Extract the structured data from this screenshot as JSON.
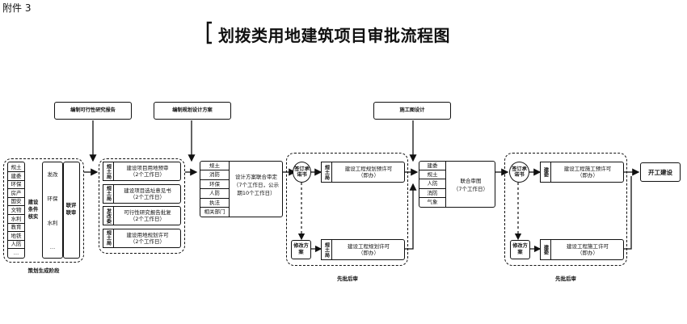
{
  "attachment_label": "附件 3",
  "title": "划拨类用地建筑项目审批流程图",
  "stage_headers": {
    "feasibility": "编制可行性研究报告",
    "planning": "编制规划设计方案",
    "construction_drawing": "施工图设计"
  },
  "planning_stage": {
    "dept_list": [
      "规土",
      "建委",
      "环保",
      "房产",
      "国安",
      "文物",
      "水利",
      "教育",
      "地铁",
      "人防",
      "…"
    ],
    "merged_label": "建设条件核实",
    "review_items": [
      "发改",
      "环保",
      "水利",
      "…"
    ],
    "joint_review_label": "联评联审",
    "caption": "策划生成阶段"
  },
  "approvals": [
    {
      "dept": "规土局",
      "line1": "建设项目用地预审",
      "line2": "（2个工作日）"
    },
    {
      "dept": "规土局",
      "line1": "建设项目选址意见书",
      "line2": "（2个工作日）"
    },
    {
      "dept": "发改委",
      "line1": "可行性研究报告批复",
      "line2": "（2个工作日）"
    },
    {
      "dept": "规土局",
      "line1": "建设用地规划许可",
      "line2": "（2个工作日）"
    }
  ],
  "scheme_review": {
    "depts": [
      "规土",
      "消防",
      "环保",
      "人防",
      "执法",
      "相关部门"
    ],
    "text_line1": "设计方案联合审定",
    "text_line2": "（7个工作日，公示",
    "text_line3": "期10个工作日）"
  },
  "first_group": {
    "pledge": "签订承诺书",
    "modify": "修改方案",
    "top_dept": "规土局",
    "top_line1": "建设工程规划预许可",
    "top_line2": "（即办）",
    "bottom_dept": "规土局",
    "bottom_line1": "建设工程规划许可",
    "bottom_line2": "（即办）",
    "caption": "先批后审"
  },
  "joint_drawing_review": {
    "depts": [
      "建委",
      "规土",
      "人防",
      "消防",
      "气象"
    ],
    "text_line1": "联合审图",
    "text_line2": "（7个工作日）"
  },
  "second_group": {
    "pledge": "签订承诺书",
    "modify": "修改方案",
    "top_dept": "建委",
    "top_line1": "建设工程施工预许可",
    "top_line2": "（即办）",
    "bottom_dept": "建委",
    "bottom_line1": "建设工程施工许可",
    "bottom_line2": "（即办）",
    "caption": "先批后审"
  },
  "start_construction": "开工建设"
}
